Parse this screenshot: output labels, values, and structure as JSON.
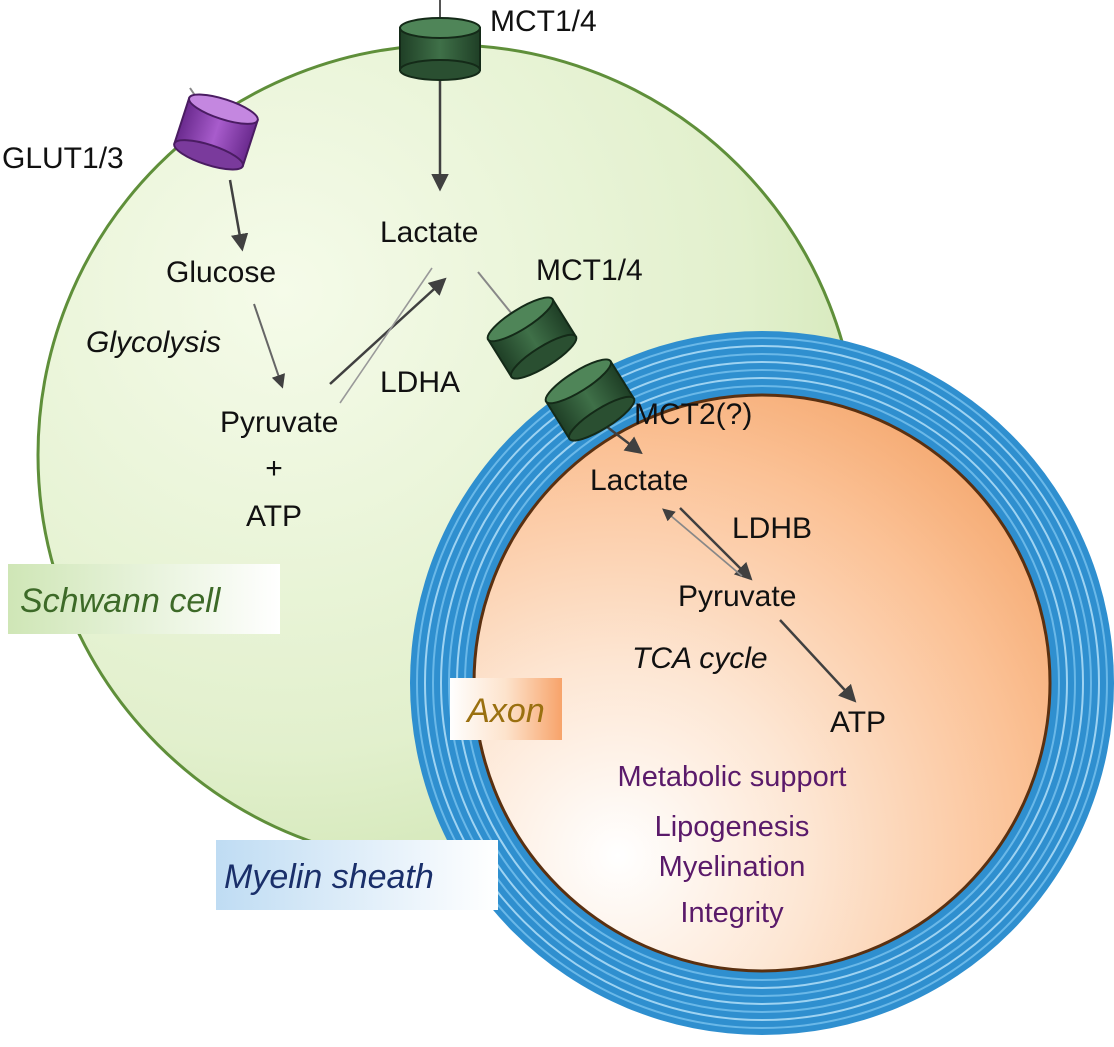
{
  "transporters": {
    "glut": "GLUT1/3",
    "mct_top": "MCT1/4",
    "mct_mid": "MCT1/4",
    "mct2": "MCT2(?)"
  },
  "schwann": {
    "label": "Schwann cell",
    "lactate": "Lactate",
    "glucose": "Glucose",
    "glycolysis": "Glycolysis",
    "ldha": "LDHA",
    "pyruvate": "Pyruvate",
    "plus": "+",
    "atp": "ATP"
  },
  "myelin": {
    "label": "Myelin sheath"
  },
  "axon": {
    "label": "Axon",
    "lactate": "Lactate",
    "ldhb": "LDHB",
    "pyruvate": "Pyruvate",
    "tca": "TCA cycle",
    "atp": "ATP",
    "outcomes": [
      "Metabolic support",
      "Lipogenesis",
      "Myelination",
      "Integrity"
    ]
  },
  "colors": {
    "schwann_fill": "#e4f1d0",
    "schwann_border": "#5f8f3a",
    "myelin_blue": "#3a9fd8",
    "axon_fill": "#f9b98a",
    "axon_border": "#5a3010",
    "outcome_text": "#5a1a6a",
    "axon_label": "#9a7010",
    "myelin_label": "#1a2f6a",
    "schwann_label": "#3d6a28",
    "mct_green": "#2f5a36",
    "glut_purple": "#8a3fae"
  }
}
